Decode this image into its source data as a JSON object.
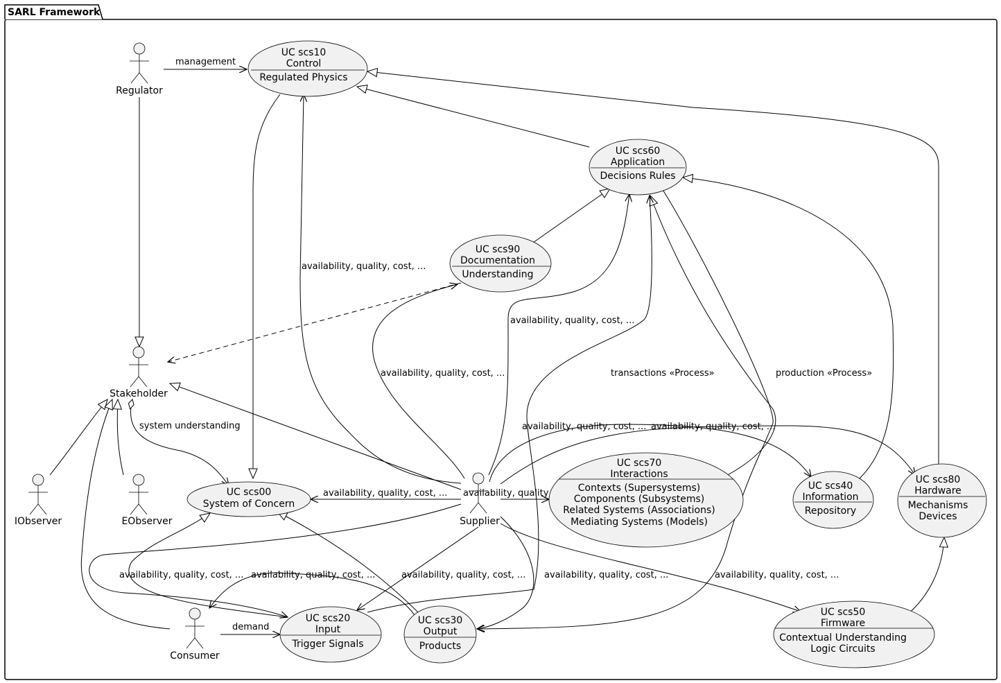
{
  "package": {
    "title": "SARL Framework"
  },
  "actors": {
    "regulator": "Regulator",
    "stakeholder": "Stakeholder",
    "iobserver": "IObserver",
    "eobserver": "EObserver",
    "supplier": "Supplier",
    "consumer": "Consumer"
  },
  "usecases": {
    "scs10": {
      "title": "UC scs10",
      "name": "Control",
      "lines": [
        "Regulated Physics"
      ]
    },
    "scs60": {
      "title": "UC scs60",
      "name": "Application",
      "lines": [
        "Decisions Rules"
      ]
    },
    "scs90": {
      "title": "UC scs90",
      "name": "Documentation",
      "lines": [
        "Understanding"
      ]
    },
    "scs00": {
      "title": "UC scs00",
      "name": "System of Concern",
      "lines": []
    },
    "scs70": {
      "title": "UC scs70",
      "name": "Interactions",
      "lines": [
        "Contexts (Supersystems)",
        "Components (Subsystems)",
        "Related Systems (Associations)",
        "Mediating Systems (Models)"
      ]
    },
    "scs40": {
      "title": "UC scs40",
      "name": "Information",
      "lines": [
        "Repository"
      ]
    },
    "scs80": {
      "title": "UC scs80",
      "name": "Hardware",
      "lines": [
        "Mechanisms",
        "Devices"
      ]
    },
    "scs20": {
      "title": "UC scs20",
      "name": "Input",
      "lines": [
        "Trigger Signals"
      ]
    },
    "scs30": {
      "title": "UC scs30",
      "name": "Output",
      "lines": [
        "Products"
      ]
    },
    "scs50": {
      "title": "UC scs50",
      "name": "Firmware",
      "lines": [
        "Contextual Understanding",
        "Logic Circuits"
      ]
    }
  },
  "edge_labels": {
    "management": "management",
    "aqc": "availability, quality, cost, ...",
    "transactions": "transactions «Process»",
    "production": "production «Process»",
    "system_understanding": "system understanding",
    "demand": "demand"
  }
}
